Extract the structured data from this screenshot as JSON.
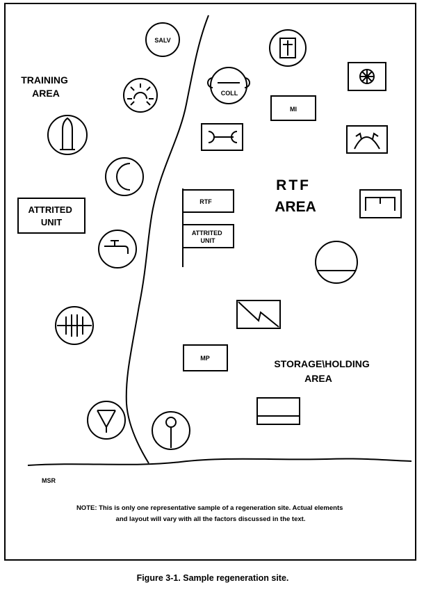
{
  "areas": {
    "training": [
      "TRAINING",
      "AREA"
    ],
    "rtf": [
      "RTF",
      "AREA"
    ],
    "storage": [
      "STORAGE\\HOLDING",
      "AREA"
    ]
  },
  "boxes": {
    "attrited_unit_left": [
      "ATTRITED",
      "UNIT"
    ],
    "mi": "MI",
    "mp": "MP"
  },
  "circles": {
    "salv": "SALV",
    "coll": "COLL"
  },
  "flags": {
    "rtf": "RTF",
    "attrited": [
      "ATTRITED",
      "UNIT"
    ]
  },
  "msr": "MSR",
  "note": [
    "NOTE:  This is only one representative sample of a regeneration site.  Actual elements",
    "and layout will vary with all the factors discussed in the text."
  ],
  "caption": "Figure 3-1. Sample regeneration site."
}
